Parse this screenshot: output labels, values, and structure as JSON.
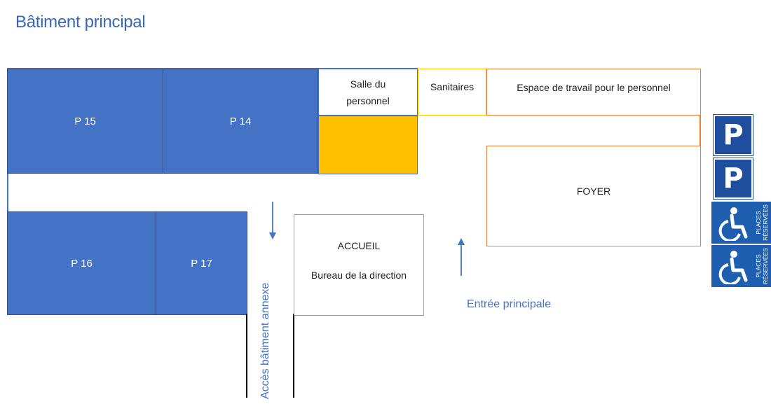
{
  "title": "Bâtiment principal",
  "rooms": {
    "p15": "P 15",
    "p14": "P 14",
    "p16": "P 16",
    "p17": "P 17",
    "salle_personnel": "Salle du personnel",
    "sanitaires": "Sanitaires",
    "espace_travail": "Espace de travail pour le personnel",
    "foyer": "FOYER",
    "accueil": "ACCUEIL",
    "bureau_direction": "Bureau de la direction"
  },
  "labels": {
    "acces_annexe": "Accès bâtiment annexe",
    "entree_principale": "Entrée principale"
  },
  "parking": {
    "p_sign_1": "P",
    "p_sign_2": "P",
    "reserved_1": "PLACES RÉSERVÉES",
    "reserved_2": "PLACES RÉSERVÉES",
    "icon_parking": "parking-sign-icon",
    "icon_handicap": "wheelchair-icon"
  },
  "colors": {
    "room_blue": "#4472c4",
    "accent_yellow": "#ffc000",
    "border_orange": "#ed7d31",
    "text_blue": "#3a66b8",
    "sign_blue": "#1f4e9e"
  }
}
